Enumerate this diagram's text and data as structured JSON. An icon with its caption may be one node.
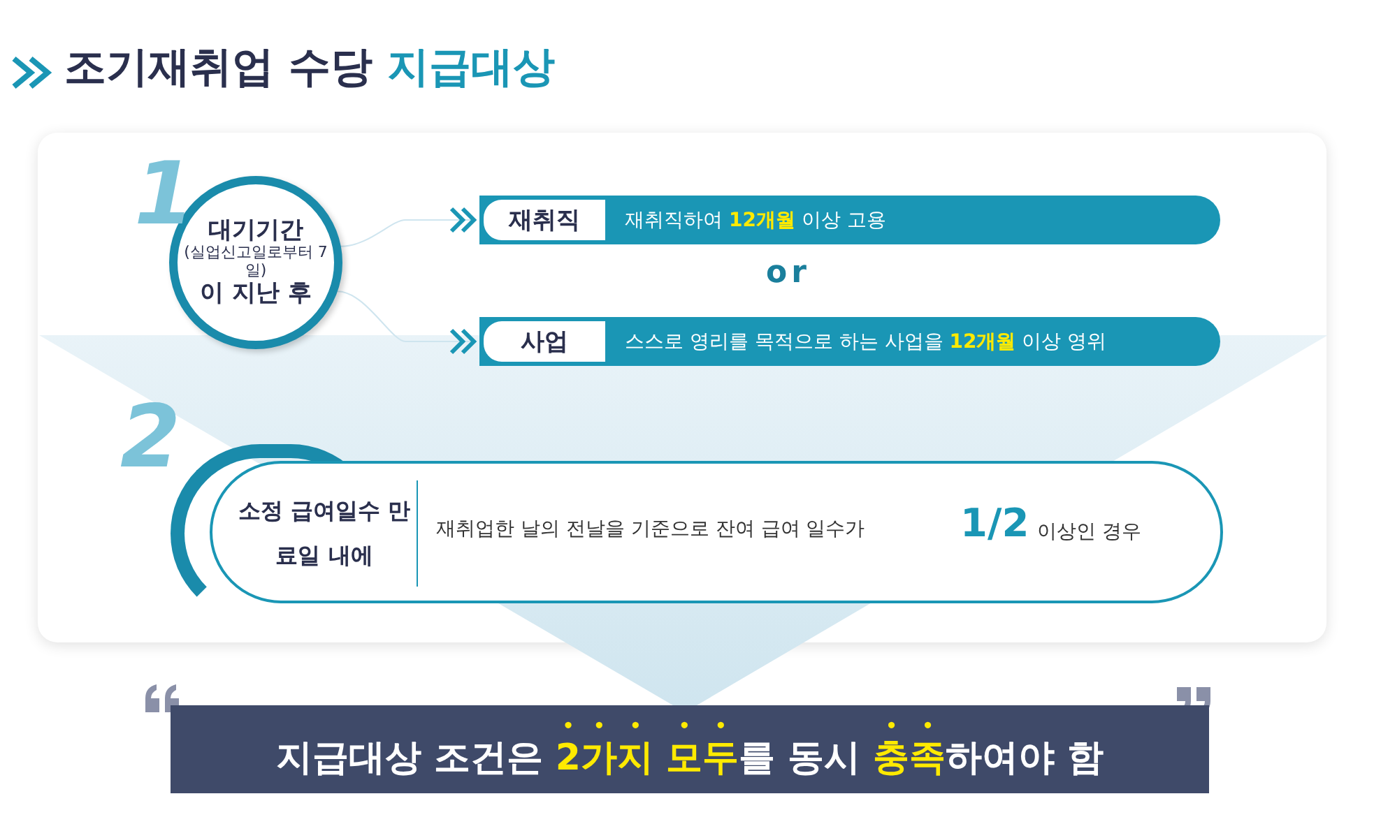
{
  "diagram": {
    "title": "조기재취업 수당 **지급대상**",
    "nodes": [
      {
        "text": [
          "대기기간",
          "(실업신고일로부터 7일)",
          "이 지난 후"
        ],
        "beside": [
          "1"
        ]
      },
      {
        "text": [
          "재취직",
          "재취직하여 **12개월** 이상 고용"
        ]
      },
      {
        "text": [
          "사업",
          "스스로 영리를 목적으로 하는 사업을 **12개월** 이상 영위"
        ]
      },
      {
        "text": [
          "소정 급여일수 만료일 내에",
          "재취업한 날의 전날을 기준으로 잔여 급여 일수가",
          "1/2",
          "이상인 경우"
        ],
        "beside": [
          "2"
        ]
      }
    ],
    "edges": [
      {
        "from": 0,
        "to": 1,
        "arrow": "to"
      },
      {
        "from": 0,
        "to": 2,
        "arrow": "to"
      }
    ],
    "labels": [
      "or",
      "지급대상 조건은 **2가지 모두**를 동시 **충족**하여야 함"
    ]
  }
}
